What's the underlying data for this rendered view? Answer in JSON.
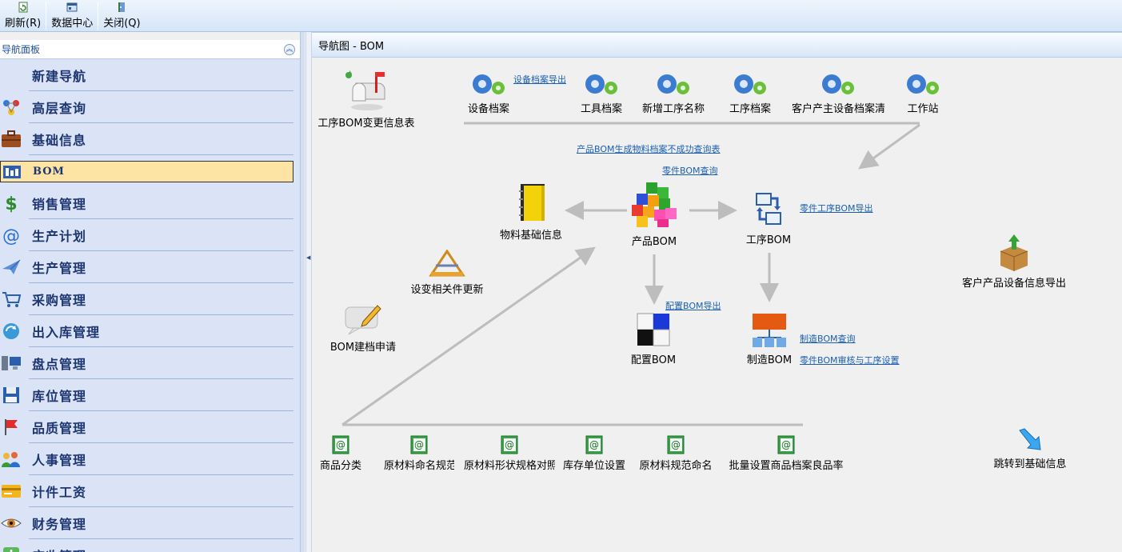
{
  "toolbar": {
    "refresh": "刷新(R)",
    "datacenter": "数据中心",
    "close": "关闭(Q)"
  },
  "nav": {
    "title": "导航面板",
    "items": [
      {
        "label": "新建导航",
        "icon": "blank-icon"
      },
      {
        "label": "高层查询",
        "icon": "network-icon"
      },
      {
        "label": "基础信息",
        "icon": "briefcase-icon"
      },
      {
        "label": "BOM",
        "icon": "bom-icon"
      },
      {
        "label": "销售管理",
        "icon": "dollar-icon"
      },
      {
        "label": "生产计划",
        "icon": "at-icon"
      },
      {
        "label": "生产管理",
        "icon": "airplane-icon"
      },
      {
        "label": "采购管理",
        "icon": "cart-icon"
      },
      {
        "label": "出入库管理",
        "icon": "refresh-globe-icon"
      },
      {
        "label": "盘点管理",
        "icon": "computer-icon"
      },
      {
        "label": "库位管理",
        "icon": "floppy-icon"
      },
      {
        "label": "品质管理",
        "icon": "flag-icon"
      },
      {
        "label": "人事管理",
        "icon": "people-icon"
      },
      {
        "label": "计件工资",
        "icon": "card-icon"
      },
      {
        "label": "财务管理",
        "icon": "eye-icon"
      },
      {
        "label": "应收管理",
        "icon": "download-icon"
      }
    ]
  },
  "main": {
    "header": "导航图 -  BOM",
    "nodes": {
      "process_bom_change": "工序BOM变更信息表",
      "equipment_archive": "设备档案",
      "tool_archive": "工具档案",
      "new_process_name": "新增工序名称",
      "process_archive": "工序档案",
      "customer_equipment_list": "客户产主设备档案清单",
      "workstation": "工作站",
      "material_basic": "物料基础信息",
      "product_bom": "产品BOM",
      "process_bom": "工序BOM",
      "customer_device_export": "客户产品设备信息导出",
      "change_related_update": "设变相关件更新",
      "bom_apply": "BOM建档申请",
      "config_bom": "配置BOM",
      "manufacture_bom": "制造BOM",
      "goods_category": "商品分类",
      "material_naming_rule": "原材料命名规范",
      "material_shape_spec": "原材料形状规格对照",
      "stock_unit_setting": "库存单位设置",
      "material_naming_std": "原材料规范命名",
      "batch_setting": "批量设置商品档案良品率",
      "jump_basic": "跳转到基础信息"
    },
    "links": {
      "equipment_export": "设备档案导出",
      "product_bom_failed": "产品BOM生成物料档案不成功查询表",
      "part_bom_query": "零件BOM查询",
      "part_process_bom_export": "零件工序BOM导出",
      "config_bom_export": "配置BOM导出",
      "manufacture_bom_query": "制造BOM查询",
      "part_bom_review": "零件BOM审核与工序设置"
    }
  },
  "colors": {
    "link": "#1a5fb4",
    "nav_bg": "#dbe4f7",
    "nav_active": "#fde3a4",
    "nav_text": "#1d3570"
  }
}
